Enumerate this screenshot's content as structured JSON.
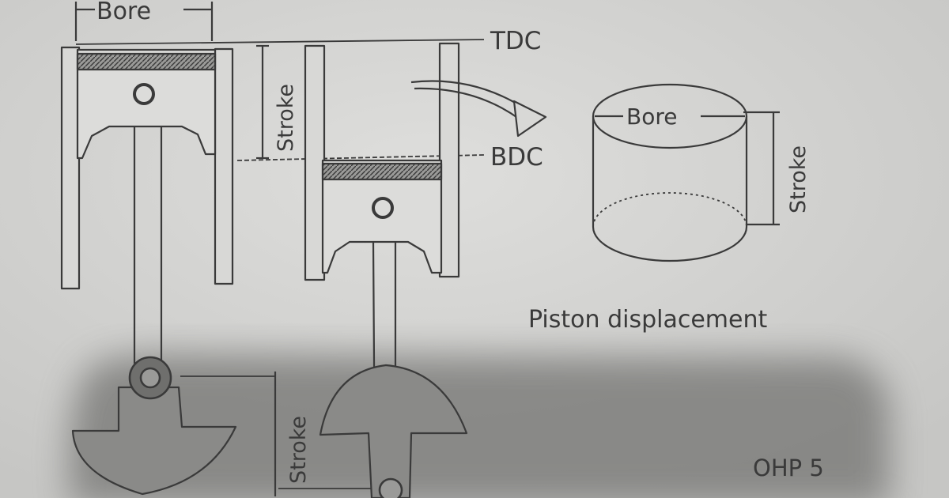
{
  "labels": {
    "bore_left": "Bore",
    "stroke_left": "Stroke",
    "tdc": "TDC",
    "bdc": "BDC",
    "bore_cylinder": "Bore",
    "stroke_cylinder": "Stroke",
    "stroke_crank": "Stroke",
    "caption": "Piston displacement",
    "page_code": "OHP 5"
  },
  "colors": {
    "paper": "#d2d2d0",
    "ink": "#3a3a3a",
    "shadow": "#7e7e7c",
    "crank": "#8a8a88"
  }
}
